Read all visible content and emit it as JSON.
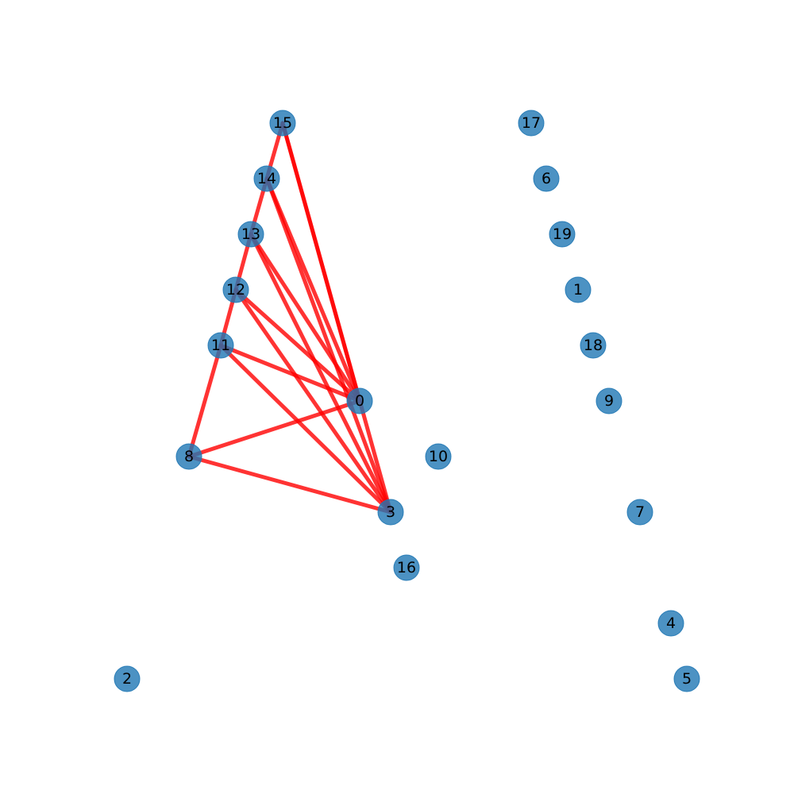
{
  "graph": {
    "edge_color": "#ff0000",
    "node_color": "#1f77b4",
    "nodes": [
      {
        "id": "0",
        "label": "0"
      },
      {
        "id": "1",
        "label": "1"
      },
      {
        "id": "2",
        "label": "2"
      },
      {
        "id": "3",
        "label": "3"
      },
      {
        "id": "4",
        "label": "4"
      },
      {
        "id": "5",
        "label": "5"
      },
      {
        "id": "6",
        "label": "6"
      },
      {
        "id": "7",
        "label": "7"
      },
      {
        "id": "8",
        "label": "8"
      },
      {
        "id": "9",
        "label": "9"
      },
      {
        "id": "10",
        "label": "10"
      },
      {
        "id": "11",
        "label": "11"
      },
      {
        "id": "12",
        "label": "12"
      },
      {
        "id": "13",
        "label": "13"
      },
      {
        "id": "14",
        "label": "14"
      },
      {
        "id": "15",
        "label": "15"
      },
      {
        "id": "16",
        "label": "16"
      },
      {
        "id": "17",
        "label": "17"
      },
      {
        "id": "18",
        "label": "18"
      },
      {
        "id": "19",
        "label": "19"
      }
    ],
    "edges": [
      [
        "15",
        "14"
      ],
      [
        "14",
        "13"
      ],
      [
        "13",
        "12"
      ],
      [
        "12",
        "11"
      ],
      [
        "11",
        "8"
      ],
      [
        "15",
        "0"
      ],
      [
        "15",
        "3"
      ],
      [
        "14",
        "0"
      ],
      [
        "14",
        "3"
      ],
      [
        "13",
        "0"
      ],
      [
        "13",
        "3"
      ],
      [
        "12",
        "0"
      ],
      [
        "12",
        "3"
      ],
      [
        "11",
        "0"
      ],
      [
        "11",
        "3"
      ],
      [
        "8",
        "0"
      ],
      [
        "8",
        "3"
      ]
    ]
  }
}
